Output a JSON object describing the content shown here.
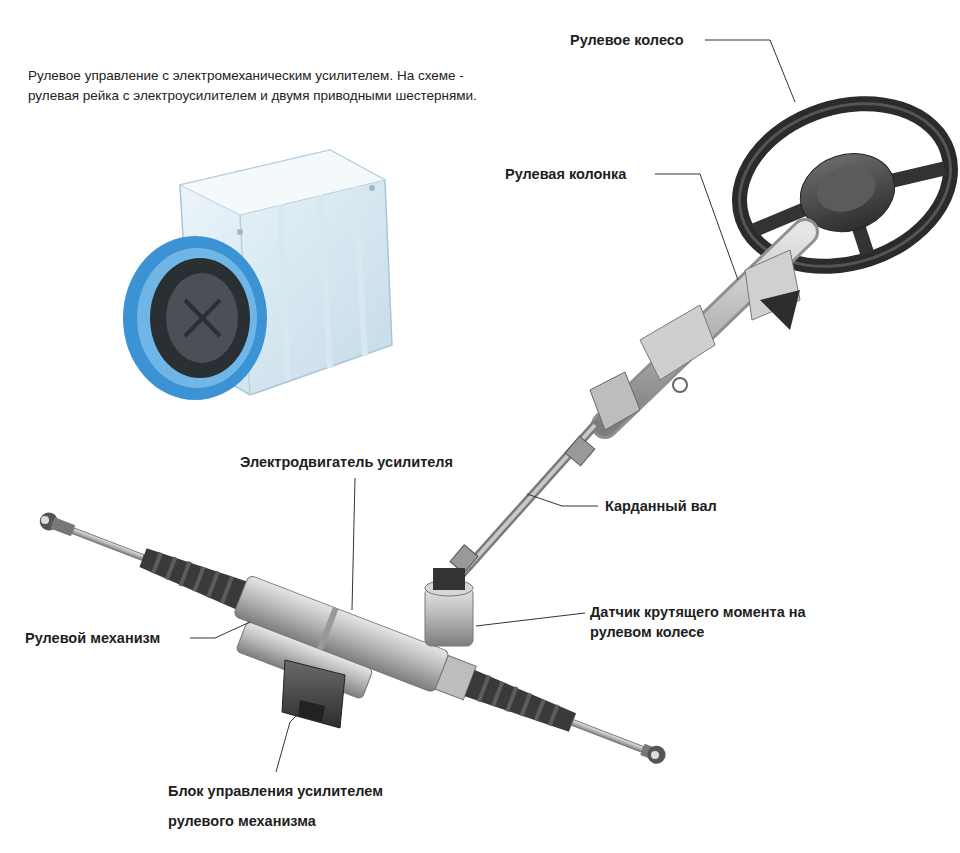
{
  "diagram": {
    "title": "Рулевое управление с электромеханическим усилителем. На схеме - рулевая рейка с электроусилителем и двумя приводными шестернями.",
    "labels": [
      "Рулевое колесо",
      "Рулевая колонка",
      "Электродвигатель усилителя",
      "Карданный вал",
      "Рулевой механизм",
      "Датчик крутящего момента на рулевом колесе",
      "Блок управления усилителем рулевого механизма"
    ]
  }
}
